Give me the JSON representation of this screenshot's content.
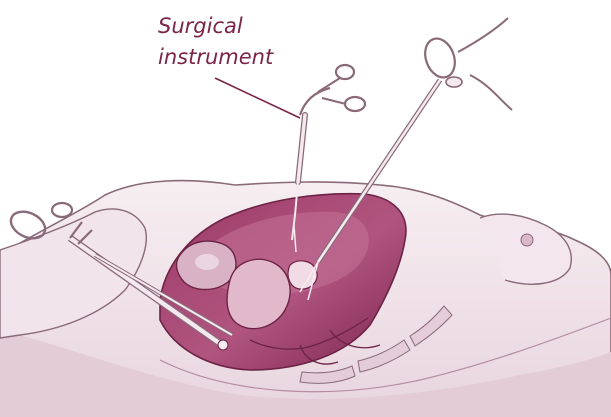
{
  "illustration": {
    "subject": "surgical-procedure",
    "palette": {
      "skin": "#f4eaee",
      "skin_shade": "#e7d2db",
      "outline": "#7d5a6a",
      "cavity": "#8d2e59",
      "cavity_light": "#b9688c",
      "organ": "#d7a6bd",
      "organ_dark": "#a35379",
      "instrument": "#efe4e9",
      "label": "#7a2548"
    },
    "callout": {
      "line1": "Surgical",
      "line2": "instrument"
    }
  }
}
